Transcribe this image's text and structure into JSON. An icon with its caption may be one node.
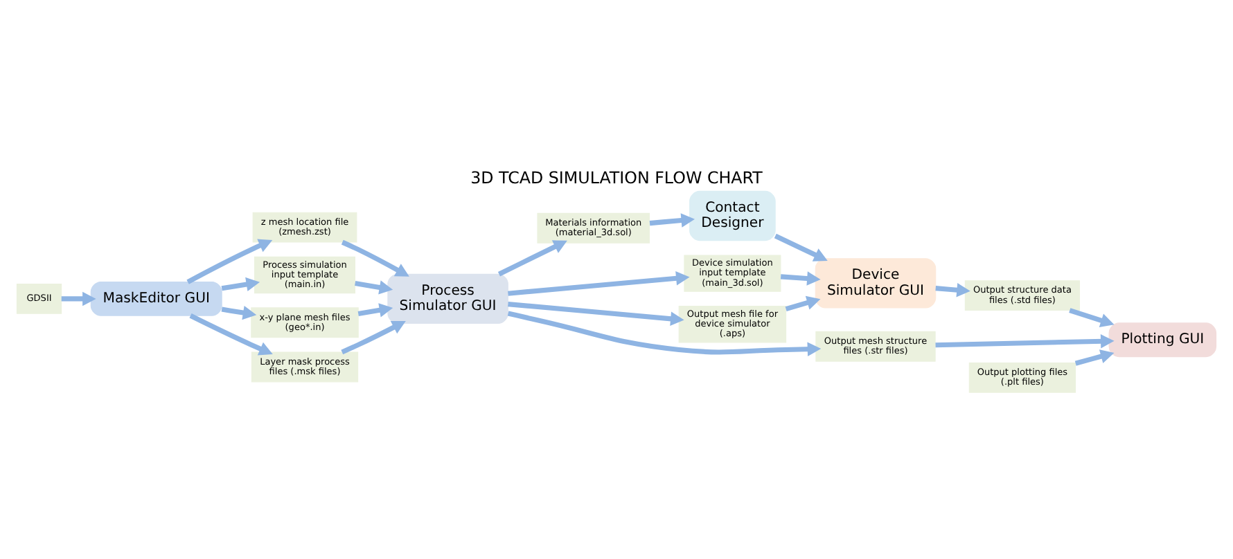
{
  "diagram": {
    "title": "3D TCAD SIMULATION FLOW CHART",
    "nodes": [
      {
        "text": [
          "GDSII"
        ]
      },
      {
        "text": [
          "MaskEditor GUI"
        ]
      },
      {
        "text": [
          "z mesh location file (zmesh.zst)"
        ]
      },
      {
        "text": [
          "Process simulation input template (main.in)"
        ]
      },
      {
        "text": [
          "x-y plane mesh files (geo*.in)"
        ]
      },
      {
        "text": [
          "Layer mask process files (.msk files)"
        ]
      },
      {
        "text": [
          "Process Simulator GUI"
        ]
      },
      {
        "text": [
          "Materials information (material_3d.sol)"
        ]
      },
      {
        "text": [
          "Device simulation input template (main_3d.sol)"
        ]
      },
      {
        "text": [
          "Output mesh file for device simulator (.aps)"
        ]
      },
      {
        "text": [
          "Output mesh structure files (.str files)"
        ]
      },
      {
        "text": [
          "Contact Designer"
        ]
      },
      {
        "text": [
          "Device Simulator GUI"
        ]
      },
      {
        "text": [
          "Output structure data files (.std files)"
        ]
      },
      {
        "text": [
          "Output plotting files (.plt files)"
        ]
      },
      {
        "text": [
          "Plotting GUI"
        ]
      }
    ],
    "edges": [
      {
        "from": 0,
        "to": 1,
        "arrow": "to"
      },
      {
        "from": 1,
        "to": 2,
        "arrow": "to"
      },
      {
        "from": 1,
        "to": 3,
        "arrow": "to"
      },
      {
        "from": 1,
        "to": 4,
        "arrow": "to"
      },
      {
        "from": 1,
        "to": 5,
        "arrow": "to"
      },
      {
        "from": 2,
        "to": 6,
        "arrow": "to"
      },
      {
        "from": 3,
        "to": 6,
        "arrow": "to"
      },
      {
        "from": 4,
        "to": 6,
        "arrow": "to"
      },
      {
        "from": 5,
        "to": 6,
        "arrow": "to"
      },
      {
        "from": 6,
        "to": 7,
        "arrow": "to"
      },
      {
        "from": 6,
        "to": 8,
        "arrow": "to"
      },
      {
        "from": 6,
        "to": 9,
        "arrow": "to"
      },
      {
        "from": 6,
        "to": 10,
        "arrow": "to"
      },
      {
        "from": 7,
        "to": 11,
        "arrow": "to"
      },
      {
        "from": 11,
        "to": 12,
        "arrow": "to"
      },
      {
        "from": 8,
        "to": 12,
        "arrow": "to"
      },
      {
        "from": 9,
        "to": 12,
        "arrow": "to"
      },
      {
        "from": 12,
        "to": 13,
        "arrow": "to"
      },
      {
        "from": 10,
        "to": 15,
        "arrow": "to"
      },
      {
        "from": 13,
        "to": 15,
        "arrow": "to"
      },
      {
        "from": 14,
        "to": 15,
        "arrow": "to"
      }
    ]
  }
}
